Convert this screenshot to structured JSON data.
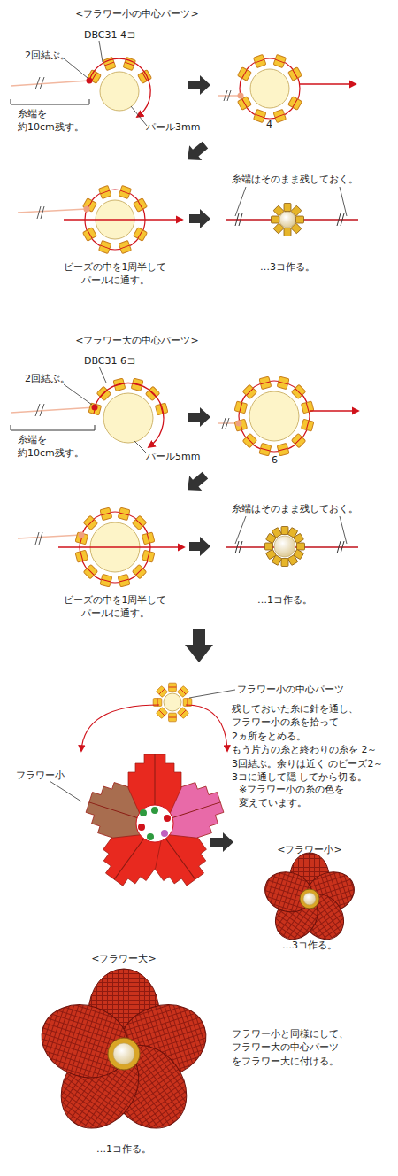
{
  "diagram": {
    "labels": [
      "<フラワー小の中心パーツ>",
      "DBC31 4コ",
      "2回結ぶ。",
      "糸端を 約10cm残す。",
      "パール3mm",
      "4",
      "糸端はそのまま残しておく。",
      "ビーズの中を1周半して パールに通す。",
      "…3コ作る。",
      "<フラワー大の中心パーツ>",
      "DBC31 6コ",
      "2回結ぶ。",
      "糸端を 約10cm残す。",
      "パール5mm",
      "6",
      "糸端はそのまま残しておく。",
      "ビーズの中を1周半して パールに通す。",
      "…1コ作る。",
      "フラワー小の中心パーツ",
      "残しておいた糸に針を通し、 フラワー小の糸を拾って 2ヵ所をとめる。 もう片方の糸と終わりの糸を 2～3回結ぶ。余りは近く のビーズ2～3コに通して隠 してから切る。",
      "※フラワー小の糸の色を 変えています。",
      "フラワー小",
      "<フラワー小>",
      "…3コ作る。",
      "<フラワー大>",
      "…1コ作る。",
      "フラワー小と同様にして、 フラワー大の中心パーツ をフラワー大に付ける。"
    ]
  }
}
